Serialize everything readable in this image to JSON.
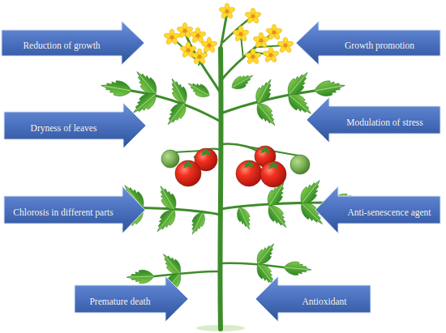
{
  "diagram": {
    "nodes": [
      {
        "text": [
          "Reduction of growth"
        ]
      },
      {
        "text": [
          "Growth promotion"
        ]
      },
      {
        "text": [
          "Dryness of leaves"
        ]
      },
      {
        "text": [
          "Modulation of stress"
        ]
      },
      {
        "text": [
          "Chlorosis in different parts"
        ]
      },
      {
        "text": [
          "Anti-senescence agent"
        ]
      },
      {
        "text": [
          "Premature death"
        ]
      },
      {
        "text": [
          "Antioxidant"
        ]
      }
    ]
  }
}
